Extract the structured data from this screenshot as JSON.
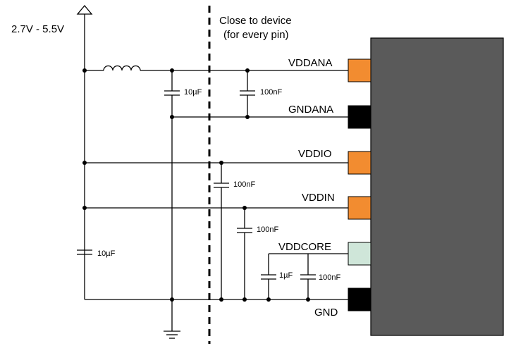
{
  "supply": {
    "label": "2.7V - 5.5V"
  },
  "note": {
    "line1": "Close to device",
    "line2": "(for every pin)"
  },
  "pins": [
    {
      "id": "vddana",
      "label": "VDDANA",
      "color": "#f28c30"
    },
    {
      "id": "gndana",
      "label": "GNDANA",
      "color": "#000000"
    },
    {
      "id": "vddio",
      "label": "VDDIO",
      "color": "#f28c30"
    },
    {
      "id": "vddin",
      "label": "VDDIN",
      "color": "#f28c30"
    },
    {
      "id": "vddcore",
      "label": "VDDCORE",
      "color": "#cfe6d9"
    },
    {
      "id": "gnd",
      "label": "GND",
      "color": "#000000"
    }
  ],
  "capacitors": [
    {
      "id": "c-bulk",
      "value": "10µF"
    },
    {
      "id": "c-vddana-bulk",
      "value": "10µF"
    },
    {
      "id": "c-vddana",
      "value": "100nF"
    },
    {
      "id": "c-vddio",
      "value": "100nF"
    },
    {
      "id": "c-vddin",
      "value": "100nF"
    },
    {
      "id": "c-vddcore-1",
      "value": "1µF"
    },
    {
      "id": "c-vddcore-2",
      "value": "100nF"
    }
  ],
  "colors": {
    "device_body": "#5a5a5a",
    "wire": "#000000"
  }
}
